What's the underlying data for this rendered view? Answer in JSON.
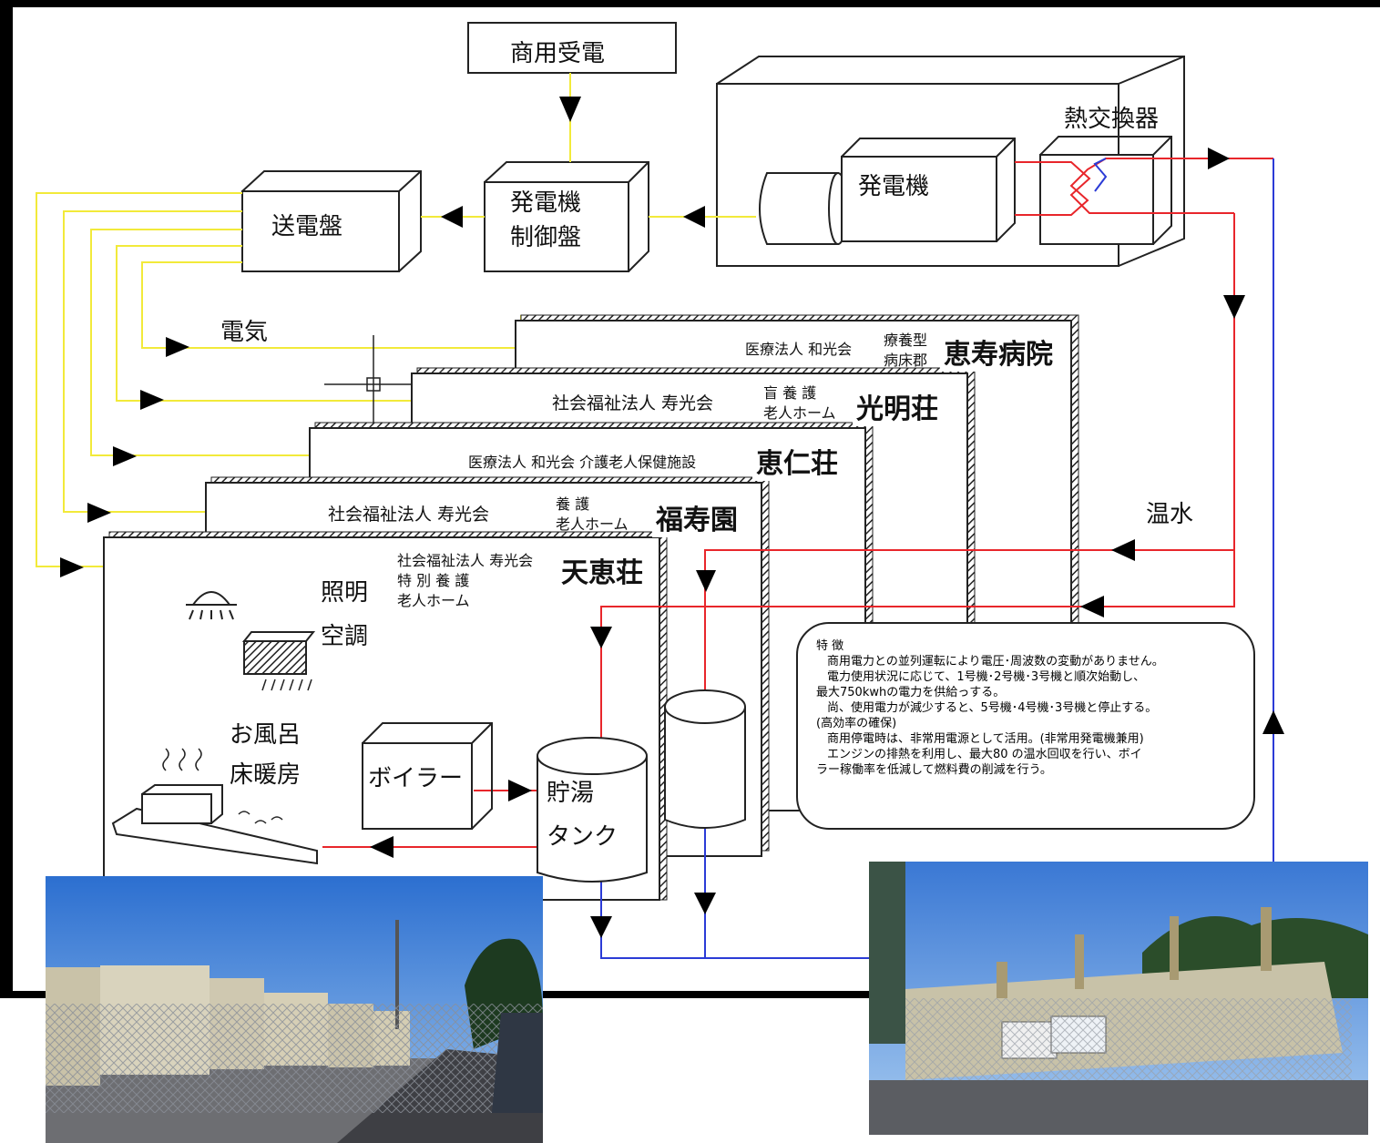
{
  "labels": {
    "commercial_power": "商用受電",
    "heat_exchanger": "熱交換器",
    "generator": "発電機",
    "generator_control_1": "発電機",
    "generator_control_2": "制御盤",
    "transmission_panel": "送電盤",
    "electricity": "電気",
    "hot_water": "温水",
    "lighting": "照明",
    "air_conditioning": "空調",
    "bath": "お風呂",
    "floor_heating": "床暖房",
    "boiler": "ボイラー",
    "storage_tank_1": "貯湯",
    "storage_tank_2": "タンク"
  },
  "facilities": [
    {
      "org": "医療法人 和光会",
      "type_line1": "療養型",
      "type_line2": "病床郡",
      "name": "恵寿病院"
    },
    {
      "org": "社会福祉法人 寿光会",
      "type_line1": "盲 養 護",
      "type_line2": "老人ホーム",
      "name": "光明荘"
    },
    {
      "org": "医療法人 和光会 介護老人保健施設",
      "type_line1": "",
      "type_line2": "",
      "name": "恵仁荘"
    },
    {
      "org": "社会福祉法人 寿光会",
      "type_line1": "養 護",
      "type_line2": "老人ホーム",
      "name": "福寿園"
    },
    {
      "org": "社会福祉法人 寿光会",
      "type_line1": "特 別 養 護",
      "type_line2": "老人ホーム",
      "name": "天恵荘"
    }
  ],
  "features": {
    "title": "特 徴",
    "lines": [
      "商用電力との並列運転により電圧･周波数の変動がありません。",
      "電力使用状況に応じて、1号機･2号機･3号機と順次始動し、",
      "最大750kwhの電力を供給っする。",
      "尚、使用電力が減少すると、5号機･4号機･3号機と停止する。",
      "(高効率の確保)",
      "商用停電時は、非常用電源として活用。(非常用発電機兼用)",
      "エンジンの排熱を利用し、最大80 の温水回収を行い、ボイ",
      "ラー稼働率を低減して燃料費の削減を行う。"
    ]
  },
  "colors": {
    "electric_line": "#f2ea3a",
    "hot_water_line": "#e8262b",
    "return_water_line": "#2b3bd6",
    "frame": "#000000"
  }
}
